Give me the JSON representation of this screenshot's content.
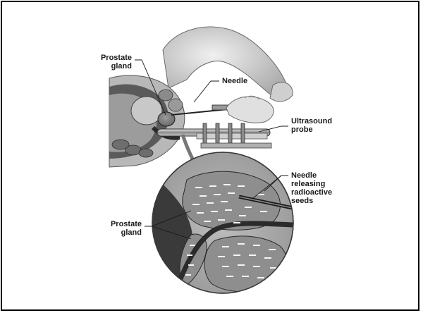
{
  "labels": {
    "prostate_top": "Prostate\ngland",
    "needle": "Needle",
    "ultrasound": "Ultrasound\nprobe",
    "needle_seeds": "Needle\nreleasing\nradioactive\nseeds",
    "prostate_bottom": "Prostate\ngland"
  },
  "colors": {
    "border": "#000000",
    "background": "#ffffff",
    "skin": "#d4d4d4",
    "tissue": "#a8a8a8",
    "dark_tissue": "#3c3c3c",
    "seed": "#f4f4f4"
  }
}
